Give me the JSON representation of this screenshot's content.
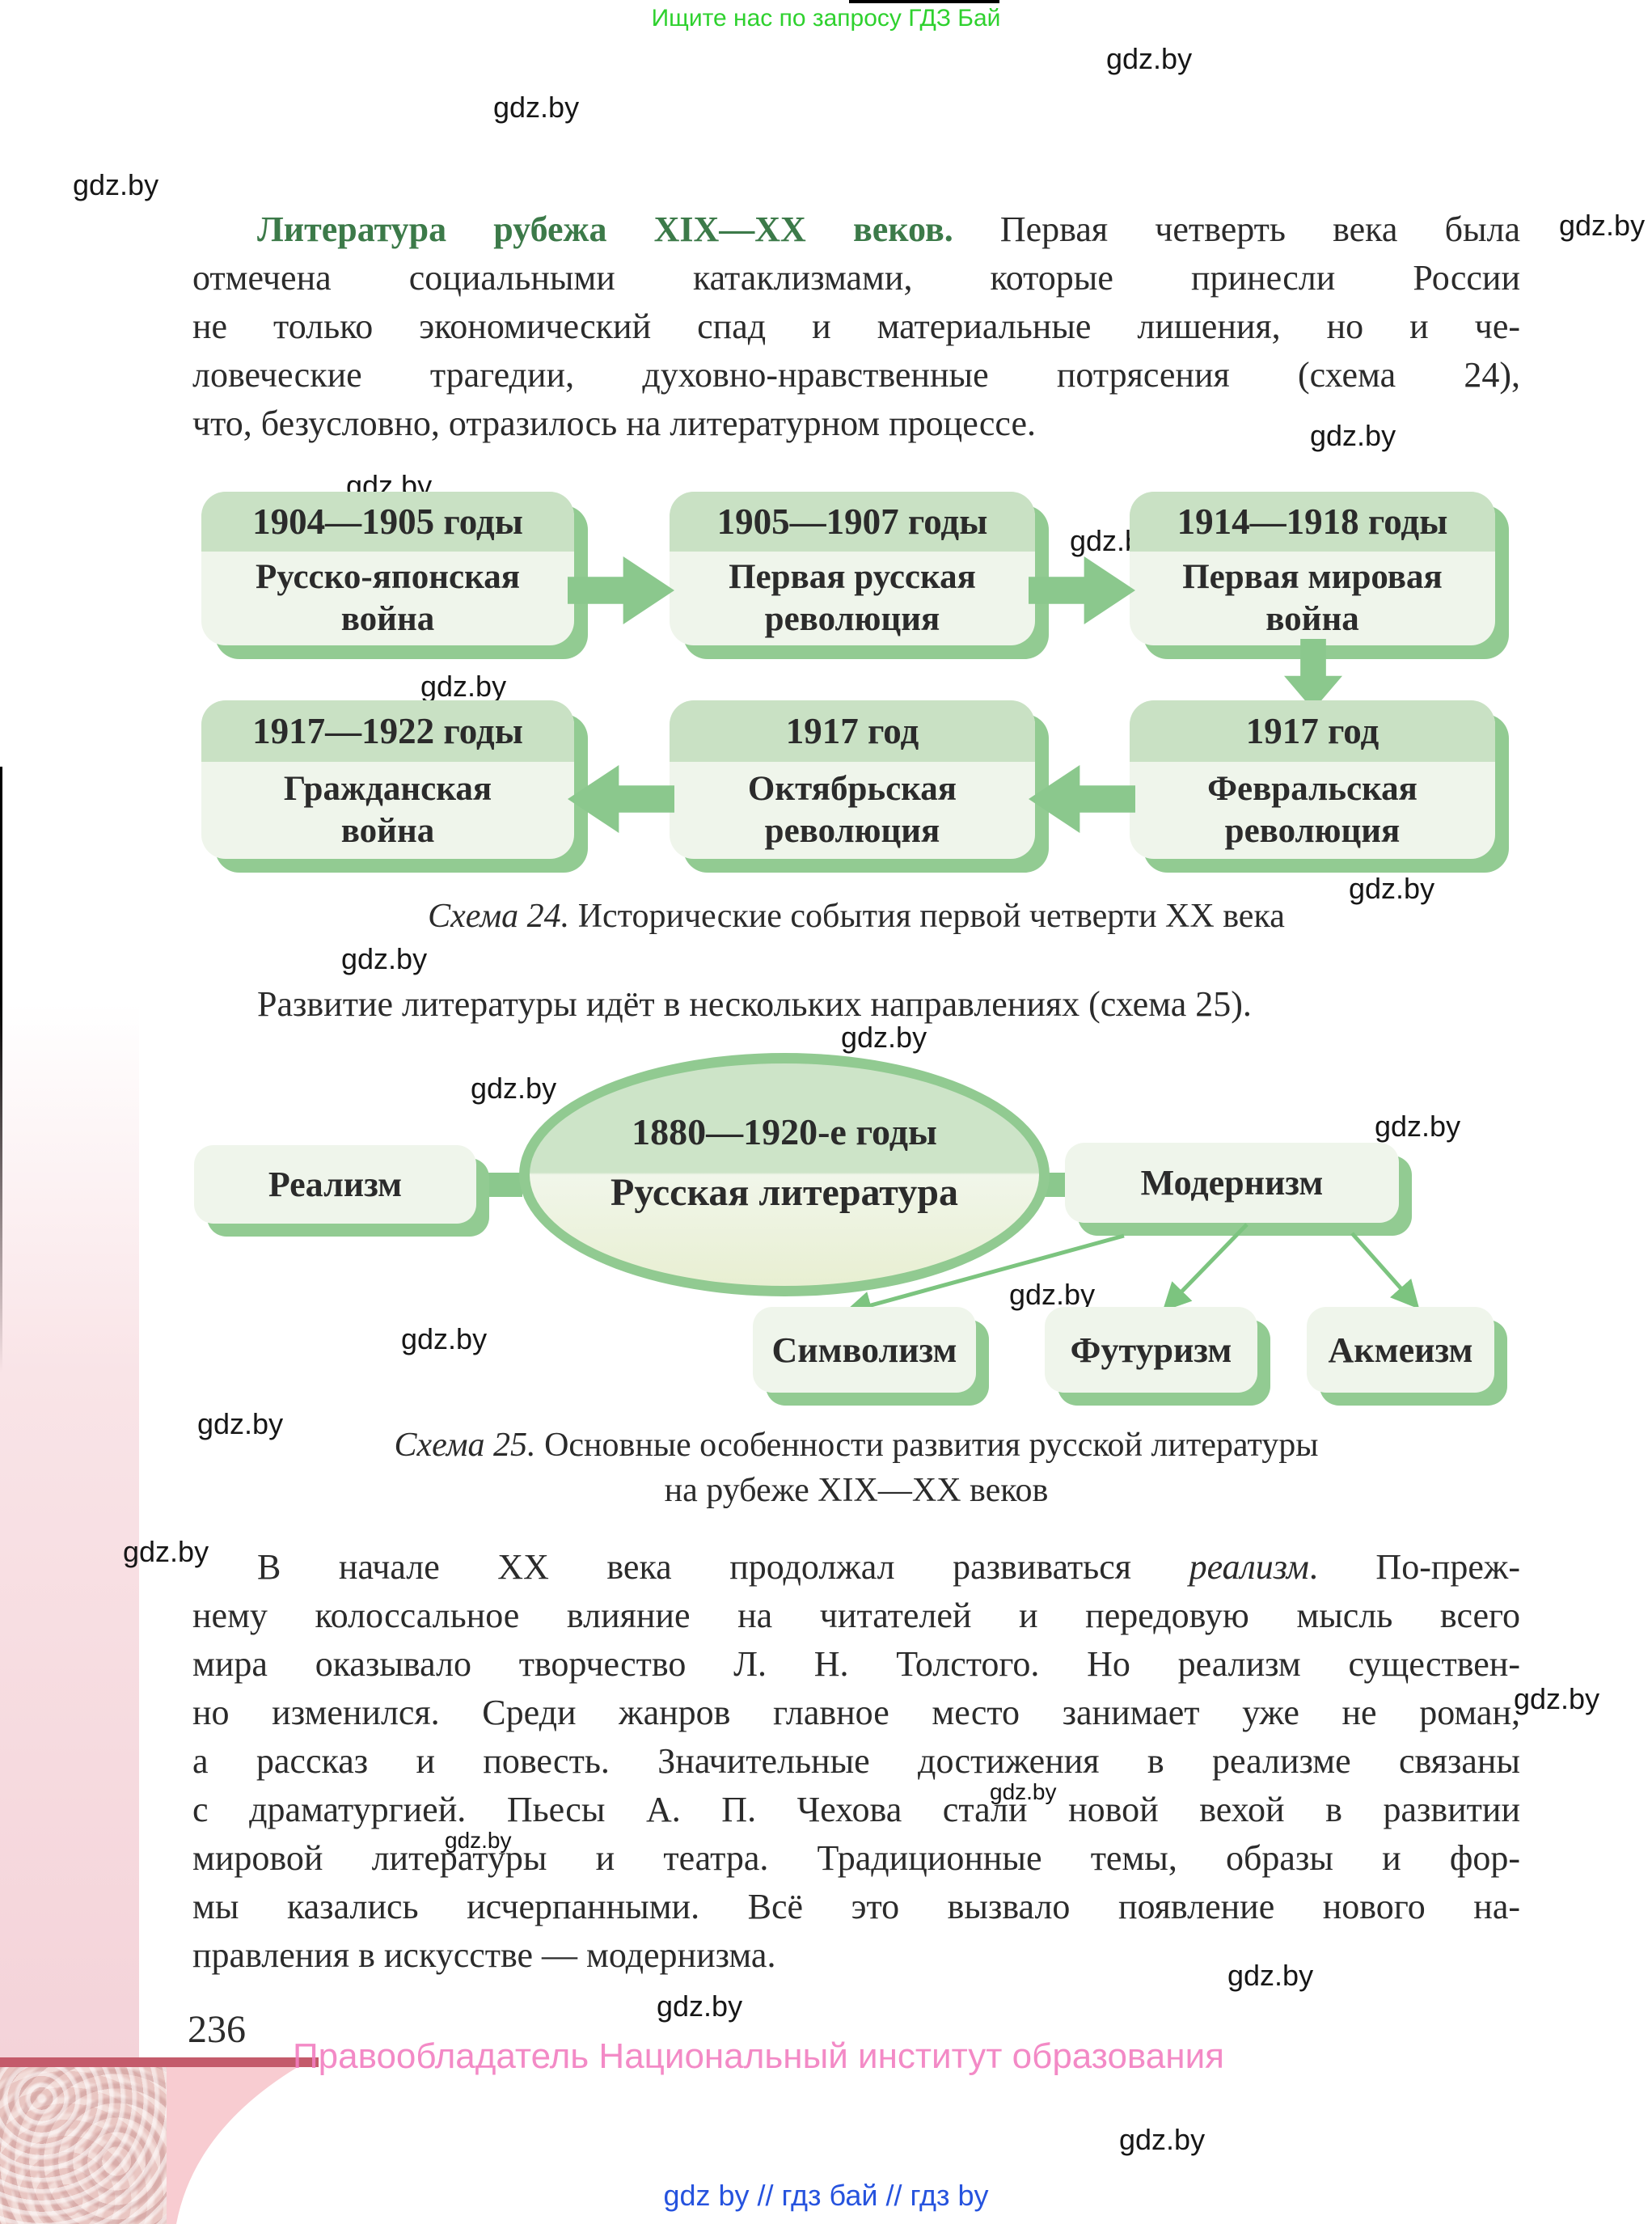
{
  "promo_top": "Ищите нас по запросу ГДЗ Бай",
  "watermark": {
    "text": "gdz.by"
  },
  "paragraph1": {
    "heading": "Литература рубежа XIX—XX веков.",
    "line1_rest": " Первая четверть века была",
    "lines": {
      "l2": "отмечена социальными катаклизмами, которые принесли России",
      "l3": "не только экономический спад и материальные лишения, но и че-",
      "l4": "ловеческие трагедии, духовно-нравственные потрясения (схема 24),",
      "l5": "что, безусловно, отразилось на литературном процессе."
    }
  },
  "schema24": {
    "row1": [
      {
        "years": "1904—1905 годы",
        "event": "Русско-японская\nвойна"
      },
      {
        "years": "1905—1907 годы",
        "event": "Первая русская\nреволюция"
      },
      {
        "years": "1914—1918 годы",
        "event": "Первая мировая\nвойна"
      }
    ],
    "row2": [
      {
        "years": "1917—1922 годы",
        "event": "Гражданская\nвойна"
      },
      {
        "years": "1917 год",
        "event": "Октябрьская\nреволюция"
      },
      {
        "years": "1917 год",
        "event": "Февральская\nреволюция"
      }
    ],
    "caption_italic": "Схема 24.",
    "caption_rest": " Исторические события первой четверти XX века"
  },
  "sentence": "Развитие литературы идёт в нескольких направлениях (схема 25).",
  "schema25": {
    "period": "1880—1920-е годы",
    "center": "Русская литература",
    "left": "Реализм",
    "right": "Модернизм",
    "children": [
      "Символизм",
      "Футуризм",
      "Акмеизм"
    ],
    "caption_italic": "Схема 25.",
    "caption_rest": " Основные особенности развития русской литературы",
    "caption_line2": "на рубеже XIX—XX веков"
  },
  "paragraph2": {
    "line1_pre": "В начале XX века продолжал развиваться ",
    "line1_italic": "реализм",
    "line1_post": ". По-преж-",
    "lines": {
      "l2": "нему колоссальное влияние на читателей и передовую мысль всего",
      "l3": "мира оказывало творчество Л. Н. Толстого. Но реализм существен-",
      "l4": "но изменился. Среди жанров главное место занимает уже не роман,",
      "l5": "а рассказ и повесть. Значительные достижения в реализме связаны",
      "l6": "с драматургией. Пьесы А. П. Чехова стали новой вехой в развитии",
      "l7": "мировой литературы и театра. Традиционные темы, образы и фор-",
      "l8": "мы казались исчерпанными. Всё это вызвало появление нового на-",
      "l9": "правления в искусстве — модернизма."
    }
  },
  "page_number": "236",
  "copyright": "Правообладатель Национальный институт образования",
  "footer_links": "gdz by // гдз бай // гдз by",
  "colors": {
    "heading_green": "#3c7a49",
    "box_header": "#c9e1c4",
    "box_body": "#eff5eb",
    "shadow_green": "#92cb92",
    "arrow_green": "#8bc88d",
    "promo_green": "#2ed12e",
    "copyright_pink": "#f27ec0",
    "footer_blue": "#2653de",
    "stripe_rose": "#c45b6b"
  }
}
